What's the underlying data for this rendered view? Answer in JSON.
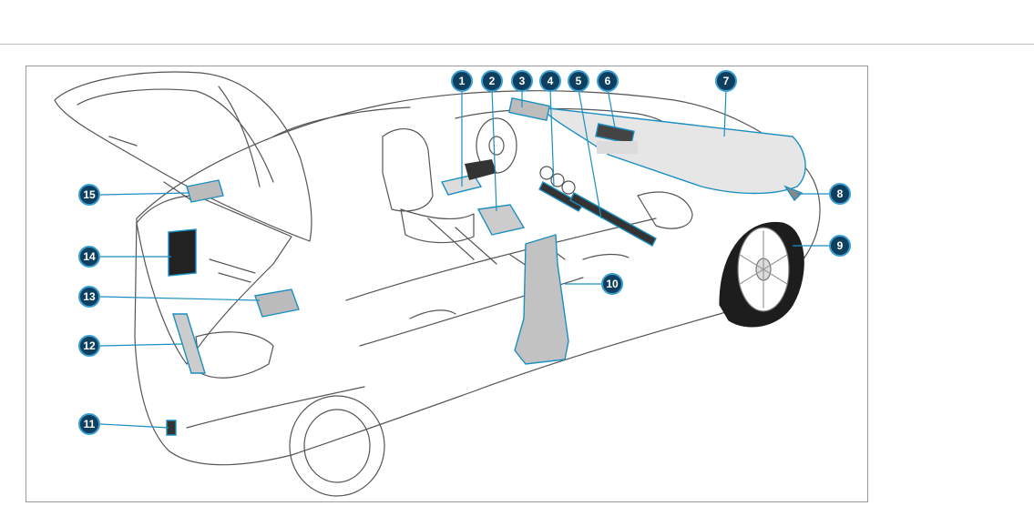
{
  "figure": {
    "callouts": [
      "1",
      "2",
      "3",
      "4",
      "5",
      "6",
      "7",
      "8",
      "9",
      "10",
      "11",
      "12",
      "13",
      "14",
      "15"
    ],
    "colors": {
      "accent": "#1b8fc2",
      "callout_fill": "#0f3f5e",
      "callout_ring": "#3a9ed0",
      "outline": "#555555",
      "highlight": "#bcd9e8"
    }
  }
}
